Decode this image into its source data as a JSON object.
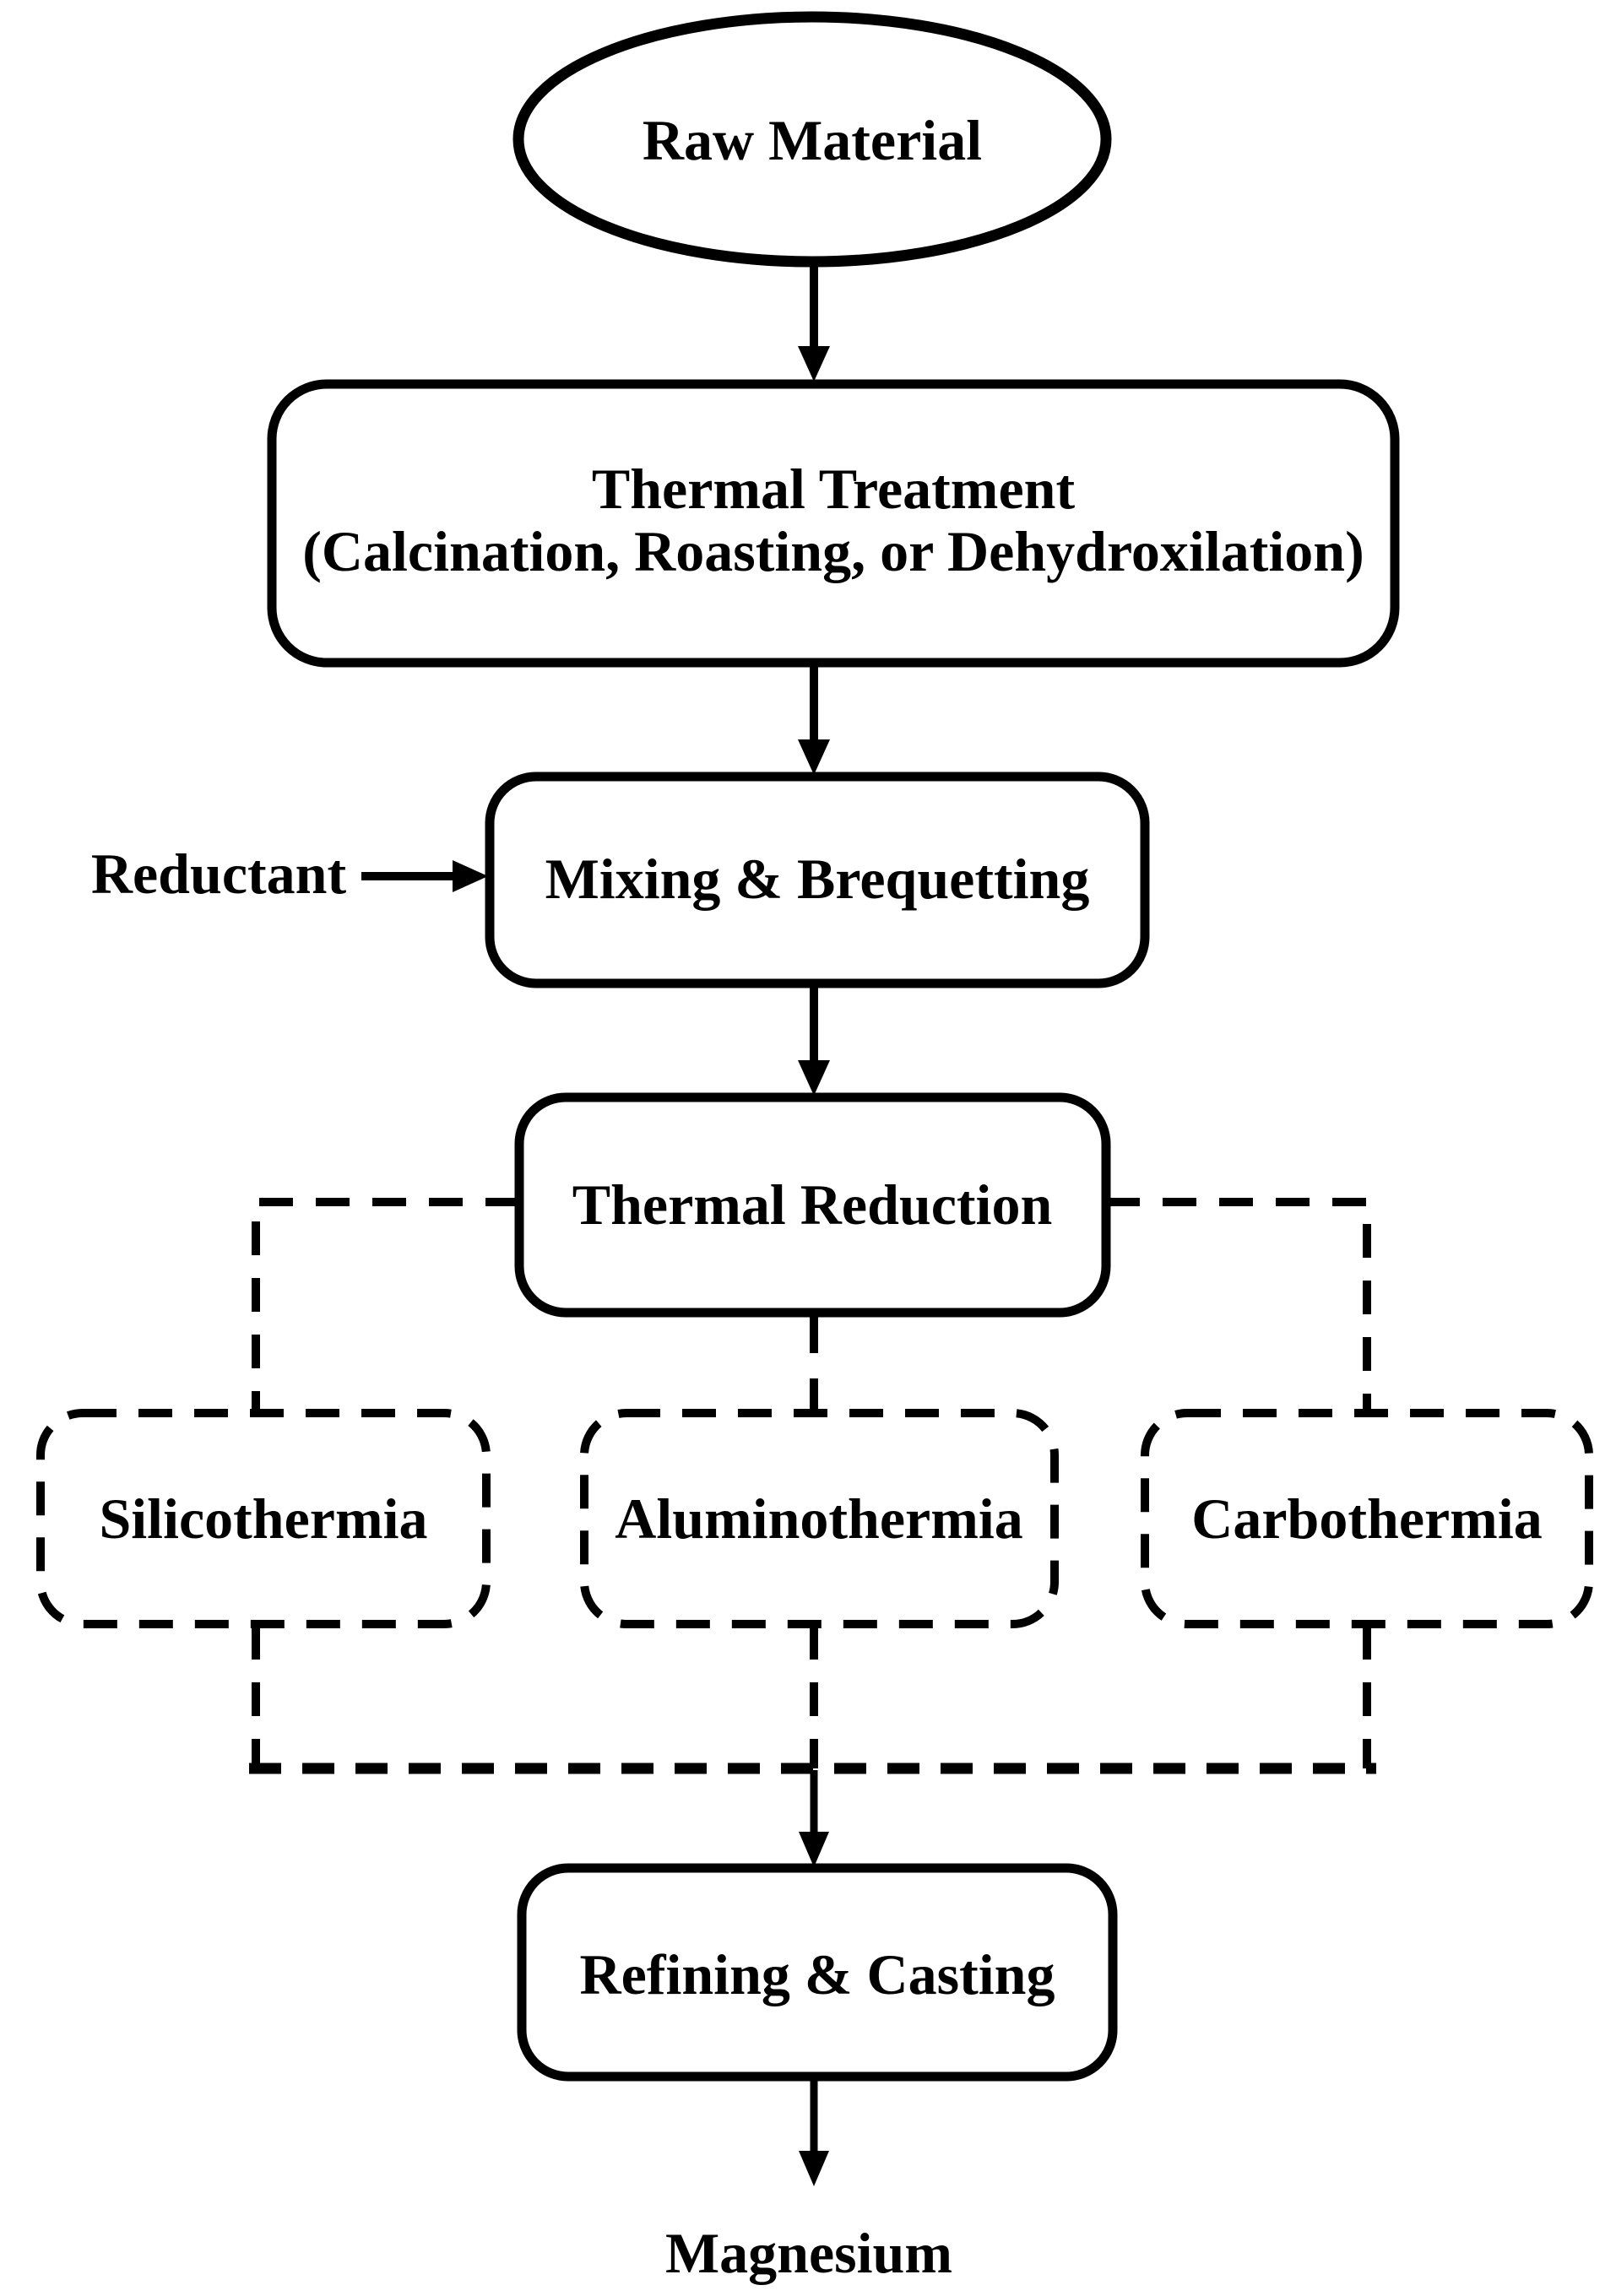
{
  "colors": {
    "ink": "#000000",
    "background": "#ffffff"
  },
  "flowchart": {
    "nodes": {
      "raw_material": "Raw Material",
      "thermal_treatment_line1": "Thermal Treatment",
      "thermal_treatment_line2": "(Calcination, Roasting, or Dehydroxilation)",
      "reductant_label": "Reductant",
      "mixing": "Mixing & Brequetting",
      "thermal_reduction": "Thermal Reduction",
      "silicothermia": "Silicothermia",
      "aluminothermia": "Aluminothermia",
      "carbothermia": "Carbothermia",
      "refining_casting": "Refining & Casting",
      "magnesium": "Magnesium"
    },
    "edges": [
      {
        "from": "Raw Material",
        "to": "Thermal Treatment",
        "style": "solid-arrow"
      },
      {
        "from": "Thermal Treatment",
        "to": "Mixing & Brequetting",
        "style": "solid-arrow"
      },
      {
        "from": "Reductant",
        "to": "Mixing & Brequetting",
        "style": "solid-arrow"
      },
      {
        "from": "Mixing & Brequetting",
        "to": "Thermal Reduction",
        "style": "solid-arrow"
      },
      {
        "from": "Thermal Reduction",
        "to": "Silicothermia",
        "style": "dashed"
      },
      {
        "from": "Thermal Reduction",
        "to": "Aluminothermia",
        "style": "dashed"
      },
      {
        "from": "Thermal Reduction",
        "to": "Carbothermia",
        "style": "dashed"
      },
      {
        "from": "Silicothermia",
        "to": "Refining & Casting",
        "style": "dashed"
      },
      {
        "from": "Aluminothermia",
        "to": "Refining & Casting",
        "style": "dashed"
      },
      {
        "from": "Carbothermia",
        "to": "Refining & Casting",
        "style": "dashed"
      },
      {
        "from": "Refining & Casting",
        "to": "Magnesium",
        "style": "solid-arrow"
      }
    ]
  }
}
